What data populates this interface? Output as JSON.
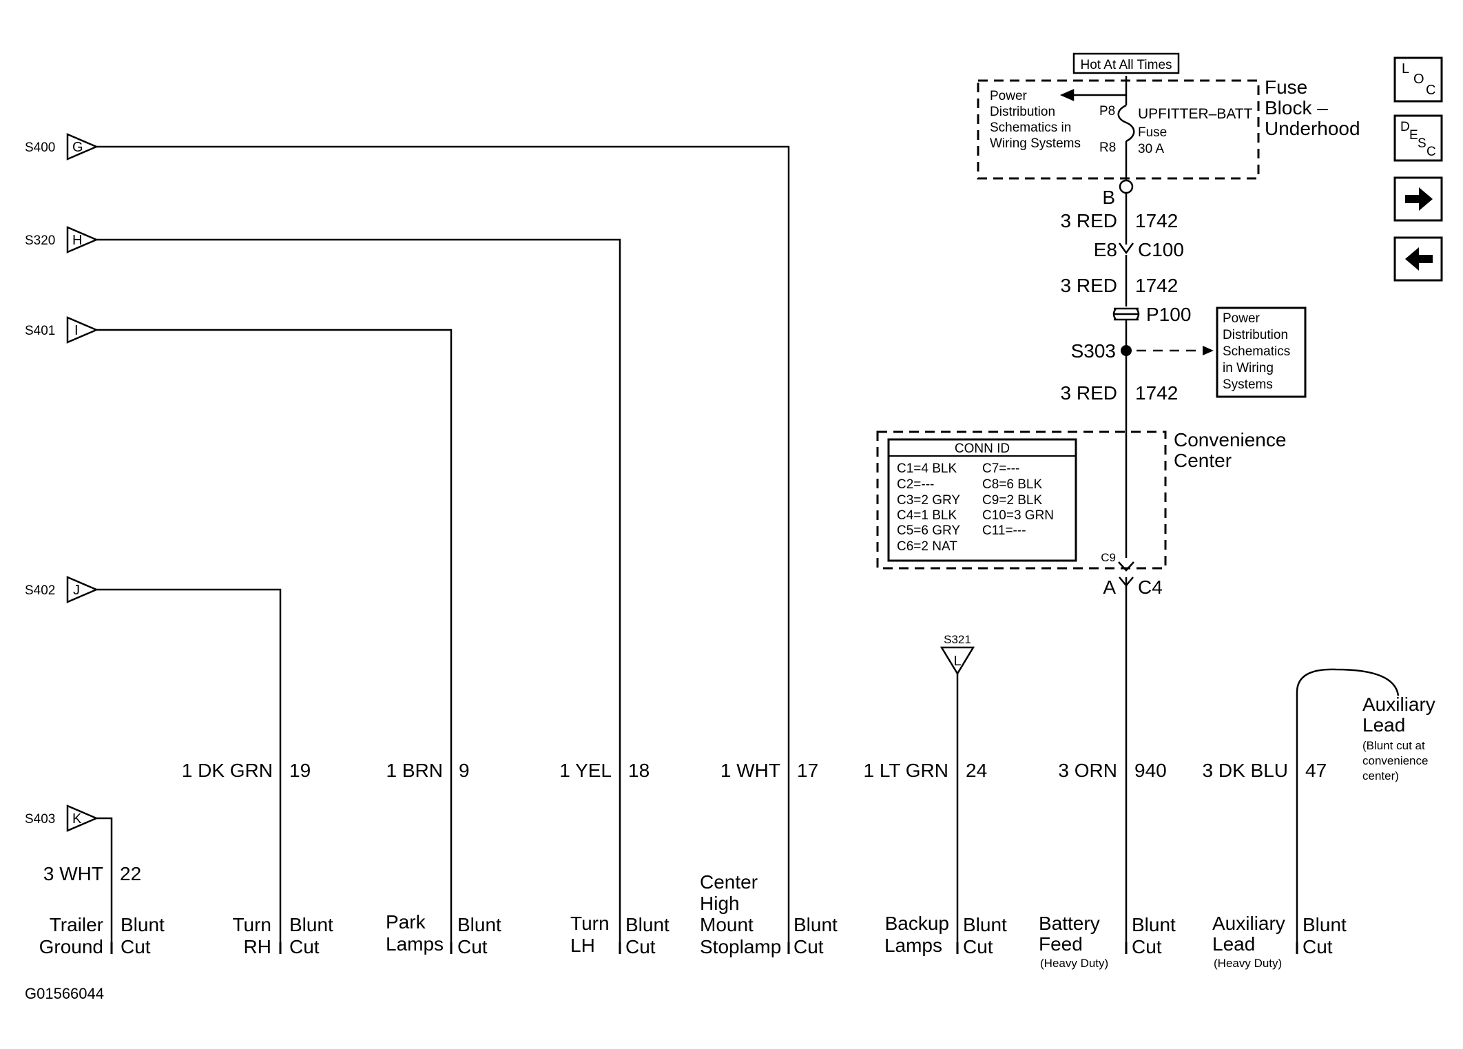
{
  "hot_label": "Hot At All Times",
  "fuse_block": {
    "title_lines": [
      "Fuse",
      "Block –",
      "Underhood"
    ],
    "ref_lines": [
      "Power",
      "Distribution",
      "Schematics in",
      "Wiring Systems"
    ],
    "pin_in": "P8",
    "pin_out": "R8",
    "fuse_lines": [
      "UPFITTER–BATT",
      "Fuse",
      "30 A"
    ]
  },
  "feed_path": {
    "term_b": "B",
    "wire1_color": "3 RED",
    "wire1_circuit": "1742",
    "conn_pin": "E8",
    "conn_name": "C100",
    "wire2_color": "3 RED",
    "wire2_circuit": "1742",
    "p100": "P100",
    "splice": "S303",
    "wire3_color": "3 RED",
    "wire3_circuit": "1742",
    "ref_lines": [
      "Power",
      "Distribution",
      "Schematics",
      "in Wiring",
      "Systems"
    ]
  },
  "convenience_center": {
    "title_lines": [
      "Convenience",
      "Center"
    ],
    "conn_id_title": "CONN ID",
    "col1": [
      "C1=4 BLK",
      "C2=---",
      "C3=2 GRY",
      "C4=1 BLK",
      "C5=6 GRY",
      "C6=2 NAT"
    ],
    "col2": [
      "C7=---",
      "C8=6 BLK",
      "C9=2 BLK",
      "C10=3 GRN",
      "C11=---"
    ],
    "pin_c9": "C9",
    "out_pin": "A",
    "out_conn": "C4"
  },
  "splices": [
    {
      "id": "S400",
      "letter": "G"
    },
    {
      "id": "S320",
      "letter": "H"
    },
    {
      "id": "S401",
      "letter": "I"
    },
    {
      "id": "S402",
      "letter": "J"
    },
    {
      "id": "S403",
      "letter": "K"
    }
  ],
  "s321": {
    "id": "S321",
    "letter": "L"
  },
  "wires": [
    {
      "color": "1 DK GRN",
      "circuit": "19"
    },
    {
      "color": "1 BRN",
      "circuit": "9"
    },
    {
      "color": "1 YEL",
      "circuit": "18"
    },
    {
      "color": "1 WHT",
      "circuit": "17"
    },
    {
      "color": "1 LT GRN",
      "circuit": "24"
    },
    {
      "color": "3 ORN",
      "circuit": "940"
    },
    {
      "color": "3 DK BLU",
      "circuit": "47"
    },
    {
      "color": "3 WHT",
      "circuit": "22"
    }
  ],
  "aux_note": {
    "title_lines": [
      "Auxiliary",
      "Lead"
    ],
    "note_lines": [
      "(Blunt cut at",
      "convenience",
      "center)"
    ]
  },
  "terminals": [
    {
      "name_lines": [
        "Trailer",
        "Ground"
      ],
      "cut_lines": [
        "Blunt",
        "Cut"
      ],
      "sub": ""
    },
    {
      "name_lines": [
        "Turn",
        "RH"
      ],
      "cut_lines": [
        "Blunt",
        "Cut"
      ],
      "sub": ""
    },
    {
      "name_lines": [
        "Park",
        "Lamps"
      ],
      "cut_lines": [
        "Blunt",
        "Cut"
      ],
      "sub": ""
    },
    {
      "name_lines": [
        "Turn",
        "LH"
      ],
      "cut_lines": [
        "Blunt",
        "Cut"
      ],
      "sub": ""
    },
    {
      "name_lines": [
        "Center",
        "High",
        "Mount",
        "Stoplamp"
      ],
      "cut_lines": [
        "Blunt",
        "Cut"
      ],
      "sub": ""
    },
    {
      "name_lines": [
        "Backup",
        "Lamps"
      ],
      "cut_lines": [
        "Blunt",
        "Cut"
      ],
      "sub": ""
    },
    {
      "name_lines": [
        "Battery",
        "Feed"
      ],
      "cut_lines": [
        "Blunt",
        "Cut"
      ],
      "sub": "(Heavy Duty)"
    },
    {
      "name_lines": [
        "Auxiliary",
        "Lead"
      ],
      "cut_lines": [
        "Blunt",
        "Cut"
      ],
      "sub": "(Heavy Duty)"
    }
  ],
  "nav": {
    "loc_icon": "loc-icon",
    "desc_icon": "desc-icon",
    "next_icon": "arrow-right-icon",
    "prev_icon": "arrow-left-icon"
  },
  "figure_id": "G01566044"
}
